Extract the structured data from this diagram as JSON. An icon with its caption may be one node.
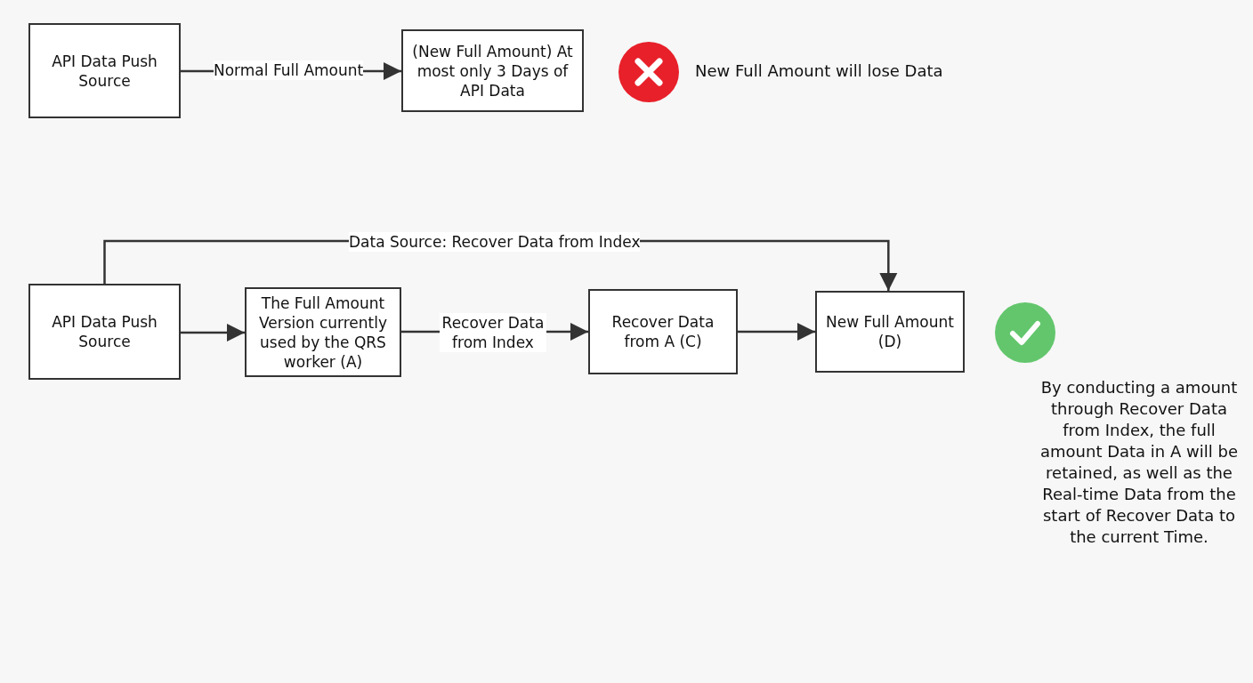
{
  "diagram": {
    "nodes": [
      {
        "text": [
          "API Data Push Source"
        ]
      },
      {
        "text": [
          "(New Full Amount) At most only 3 Days of API Data"
        ]
      },
      {
        "text": [
          "API Data Push Source"
        ]
      },
      {
        "text": [
          "The Full Amount Version currently used by the QRS worker (A)"
        ]
      },
      {
        "text": [
          "Recover Data from A (C)"
        ]
      },
      {
        "text": [
          "New Full Amount (D)"
        ]
      }
    ],
    "edges": [
      {
        "from": 0,
        "to": 1,
        "arrow": "to",
        "label": "Normal Full Amount"
      },
      {
        "from": 2,
        "to": 3,
        "arrow": "to"
      },
      {
        "from": 3,
        "to": 4,
        "arrow": "to",
        "label": "Recover Data from Index"
      },
      {
        "from": 4,
        "to": 5,
        "arrow": "to"
      },
      {
        "from": 2,
        "to": 5,
        "arrow": "to",
        "label": "Data Source: Recover Data from Index"
      }
    ],
    "labels": [
      "New Full Amount will lose Data",
      "By conducting a amount through Recover Data from Index, the full amount Data in A will be retained, as well as the Real-time Data from the start of Recover Data to the current Time."
    ]
  }
}
